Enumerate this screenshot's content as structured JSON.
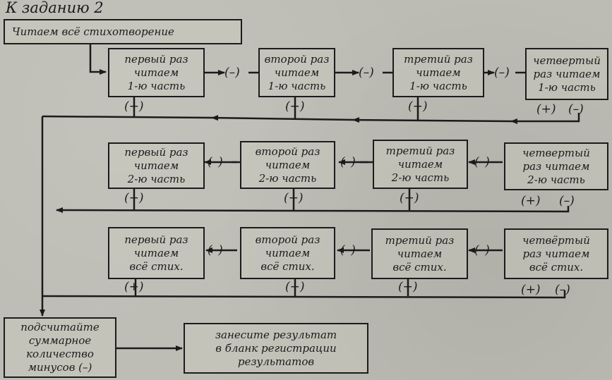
{
  "title": "К заданию 2",
  "start_box": "Читаем всё стихотворение",
  "rows": [
    {
      "boxes": [
        "первый раз\nчитаем\n1-ю часть",
        "второй раз\nчитаем\n1-ю часть",
        "третий раз\nчитаем\n1-ю часть",
        "четвертый\nраз читаем\n1-ю часть"
      ],
      "connectors": [
        "(–)",
        "(–)",
        "(–)"
      ],
      "plus_labels": [
        "(+)",
        "(+)",
        "(+)",
        "(+)"
      ],
      "end_minus": "(–)"
    },
    {
      "boxes": [
        "первый раз\nчитаем\n2-ю часть",
        "второй раз\nчитаем\n2-ю часть",
        "третий раз\nчитаем\n2-ю часть",
        "четвертый\nраз читаем\n2-ю часть"
      ],
      "connectors": [
        "(–)",
        "(–)",
        "(–)"
      ],
      "plus_labels": [
        "(+)",
        "(+)",
        "(+)",
        "(+)"
      ],
      "end_minus": "(–)"
    },
    {
      "boxes": [
        "первый раз\nчитаем\nвсё стих.",
        "второй раз\nчитаем\nвсё стих.",
        "третий раз\nчитаем\nвсё стих.",
        "четвёртый\nраз читаем\nвсё стих."
      ],
      "connectors": [
        "(–)",
        "(–)",
        "(–)"
      ],
      "plus_labels": [
        "(+)",
        "(+)",
        "(+)",
        "(+)"
      ],
      "end_minus": "(–)"
    }
  ],
  "sum_box": "подсчитайте\nсуммарное\nколичество\nминусов (–)",
  "result_box": "занесите результат\nв бланк регистрации\nрезультатов"
}
